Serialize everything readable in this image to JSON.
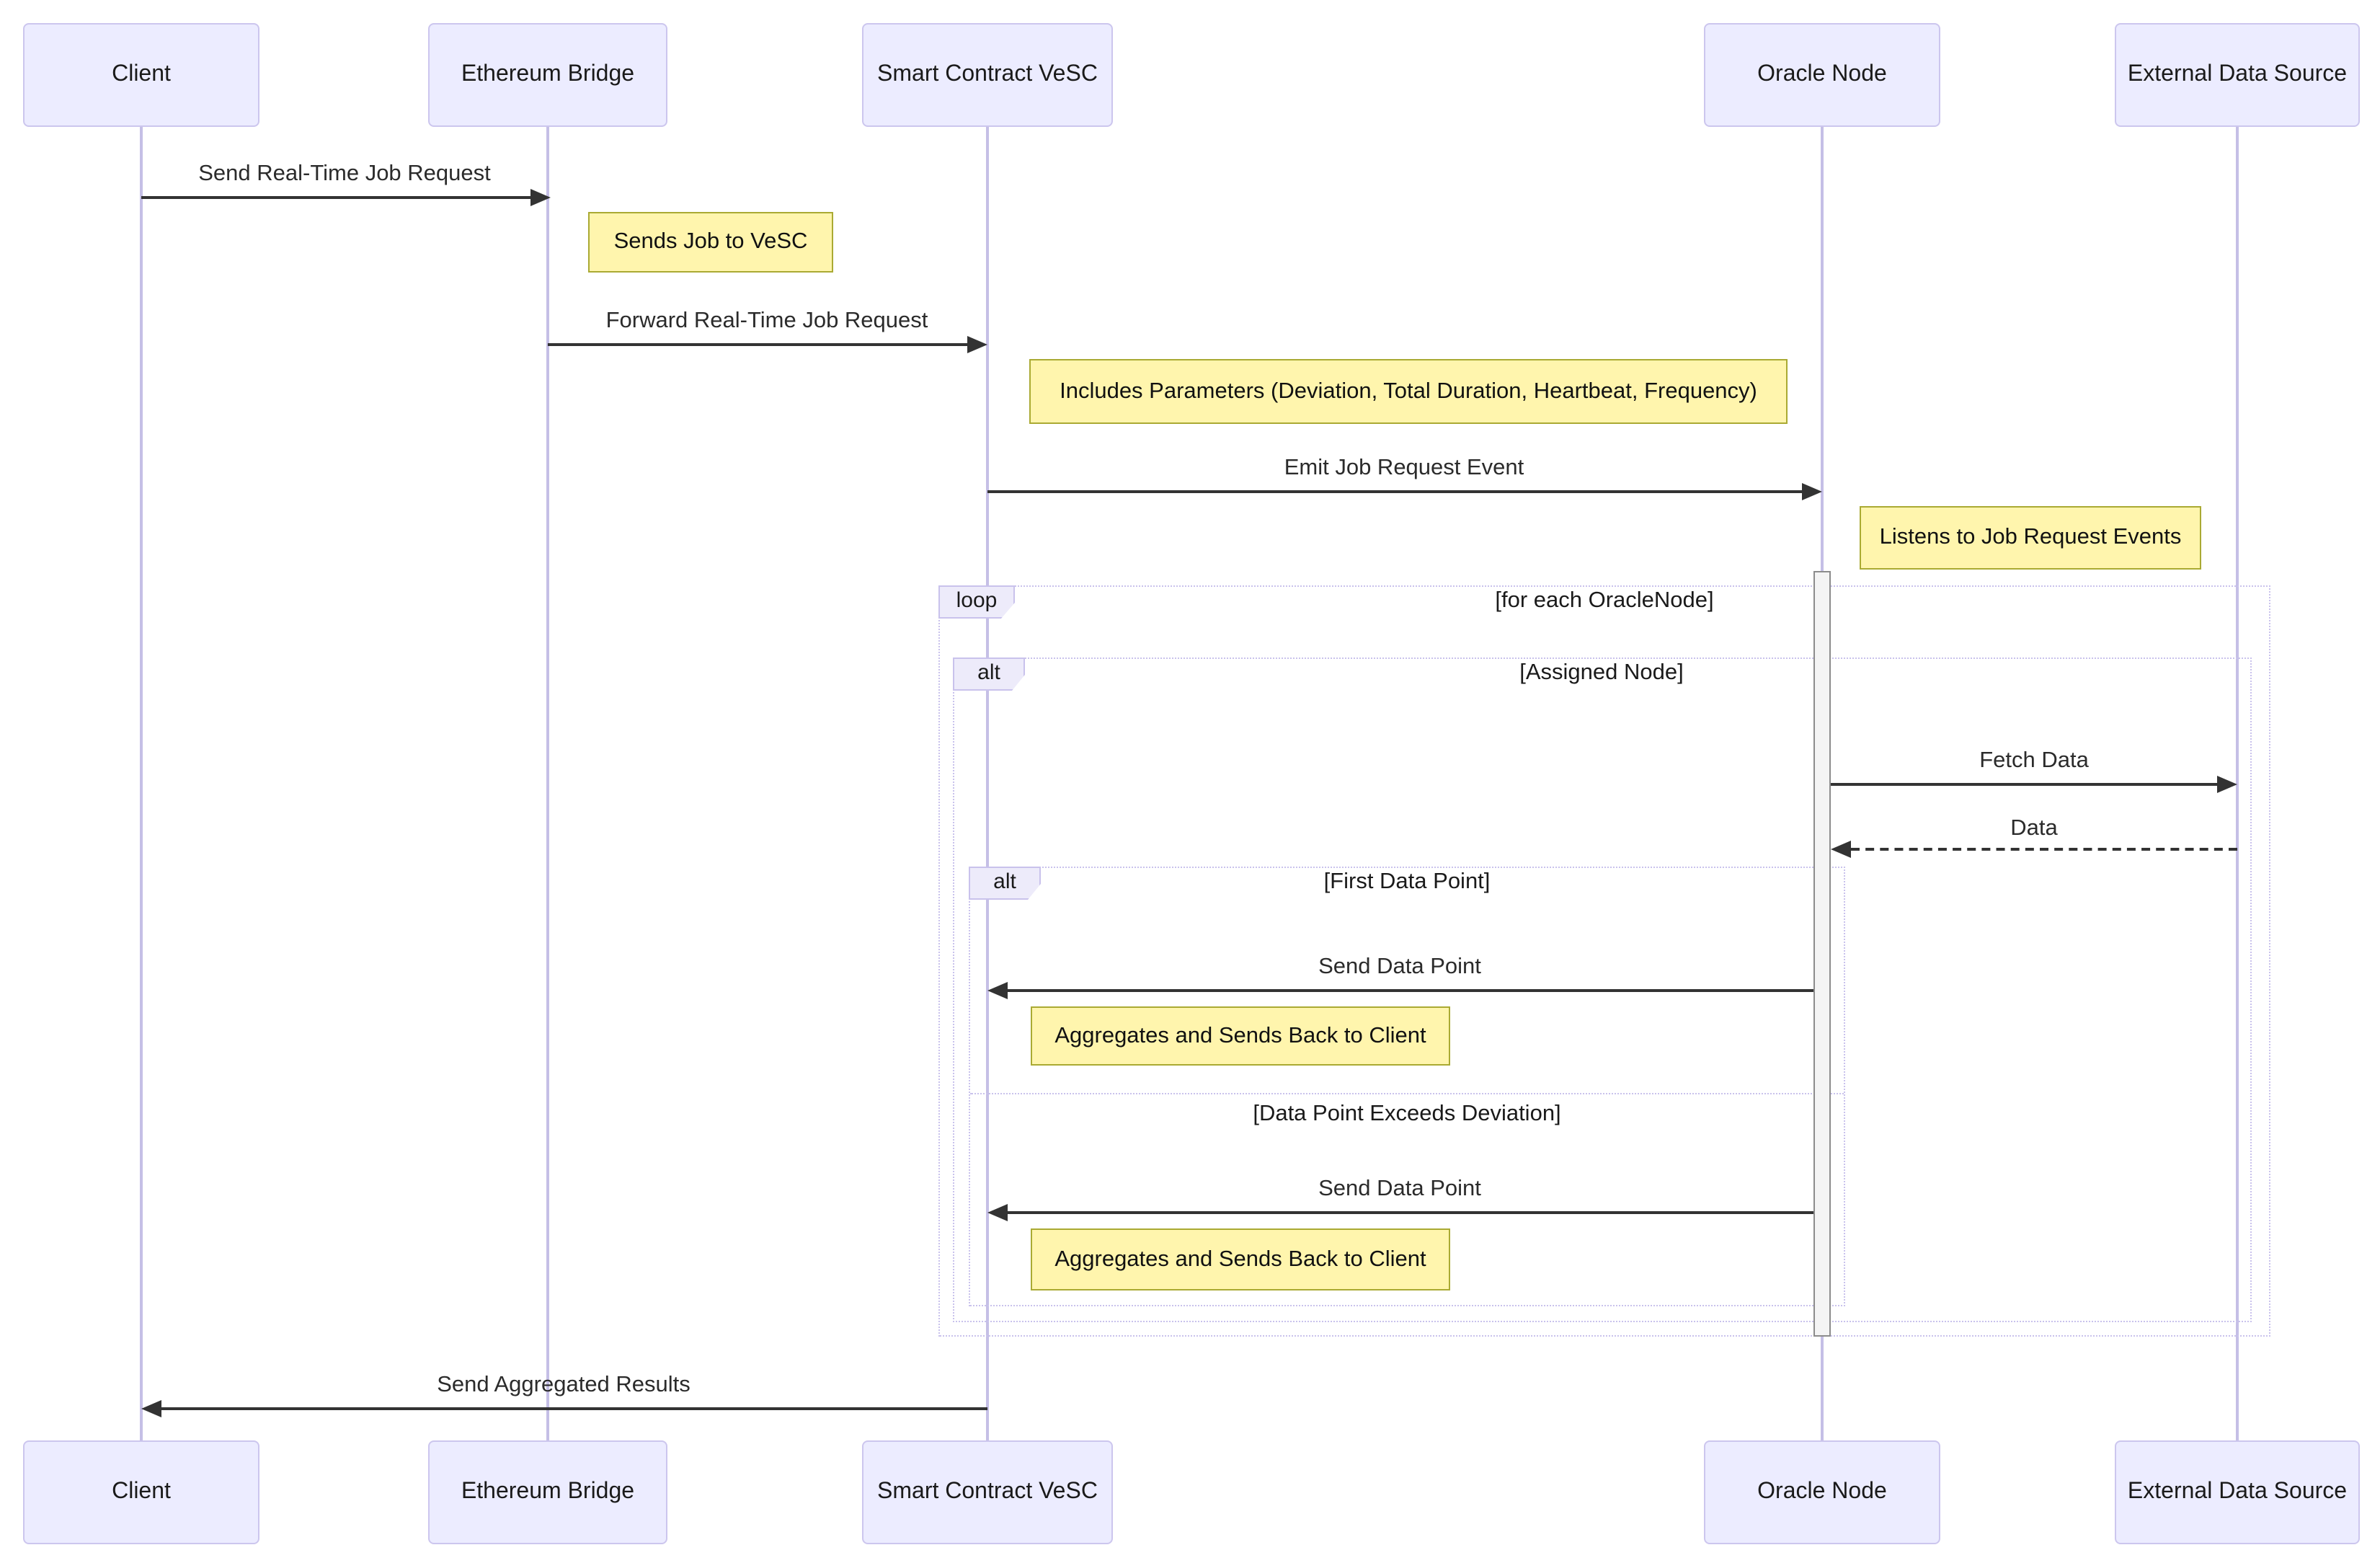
{
  "diagram": {
    "type": "sequence-diagram",
    "actors": [
      {
        "id": "client",
        "label": "Client"
      },
      {
        "id": "ethereum-bridge",
        "label": "Ethereum Bridge"
      },
      {
        "id": "smart-contract-vesc",
        "label": "Smart Contract VeSC"
      },
      {
        "id": "oracle-node",
        "label": "Oracle Node"
      },
      {
        "id": "external-data-source",
        "label": "External Data Source"
      }
    ],
    "messages": [
      {
        "label": "Send Real-Time Job Request",
        "from": "Client",
        "to": "Ethereum Bridge",
        "line": "solid"
      },
      {
        "label": "Forward Real-Time Job Request",
        "from": "Ethereum Bridge",
        "to": "Smart Contract VeSC",
        "line": "solid"
      },
      {
        "label": "Emit Job Request Event",
        "from": "Smart Contract VeSC",
        "to": "Oracle Node",
        "line": "solid"
      },
      {
        "label": "Fetch Data",
        "from": "Oracle Node",
        "to": "External Data Source",
        "line": "solid"
      },
      {
        "label": "Data",
        "from": "External Data Source",
        "to": "Oracle Node",
        "line": "dashed"
      },
      {
        "label": "Send Data Point",
        "from": "Oracle Node",
        "to": "Smart Contract VeSC",
        "line": "solid"
      },
      {
        "label": "Send Data Point",
        "from": "Oracle Node",
        "to": "Smart Contract VeSC",
        "line": "solid"
      },
      {
        "label": "Send Aggregated Results",
        "from": "Smart Contract VeSC",
        "to": "Client",
        "line": "solid"
      }
    ],
    "notes": [
      {
        "text": "Sends Job to VeSC",
        "position": "right of Ethereum Bridge"
      },
      {
        "text": "Includes Parameters (Deviation, Total Duration, Heartbeat, Frequency)",
        "position": "right of Smart Contract VeSC"
      },
      {
        "text": "Listens to Job Request Events",
        "position": "right of Oracle Node"
      },
      {
        "text": "Aggregates and Sends Back to Client",
        "position": "right of Smart Contract VeSC"
      },
      {
        "text": "Aggregates and Sends Back to Client",
        "position": "right of Smart Contract VeSC"
      }
    ],
    "frames": {
      "loop": {
        "label": "loop",
        "title": "[for each OracleNode]"
      },
      "alt_outer": {
        "label": "alt",
        "title": "[Assigned Node]"
      },
      "alt_inner": {
        "label": "alt",
        "title": "[First Data Point]",
        "divider_title": "[Data Point Exceeds Deviation]"
      }
    },
    "colors": {
      "actor_fill": "#ECECFF",
      "actor_border": "#CCC6EE",
      "lifeline": "#C5BFE6",
      "note_fill": "#FFF5AD",
      "note_border": "#AAAA33",
      "frame_border": "#C9C2EC",
      "label_fill": "#EDEBFA",
      "arrow": "#333333",
      "text": "#1A1A1A",
      "activation_fill": "#F4F4F4",
      "activation_border": "#8C8C8C",
      "bg": "#FFFFFF"
    }
  }
}
